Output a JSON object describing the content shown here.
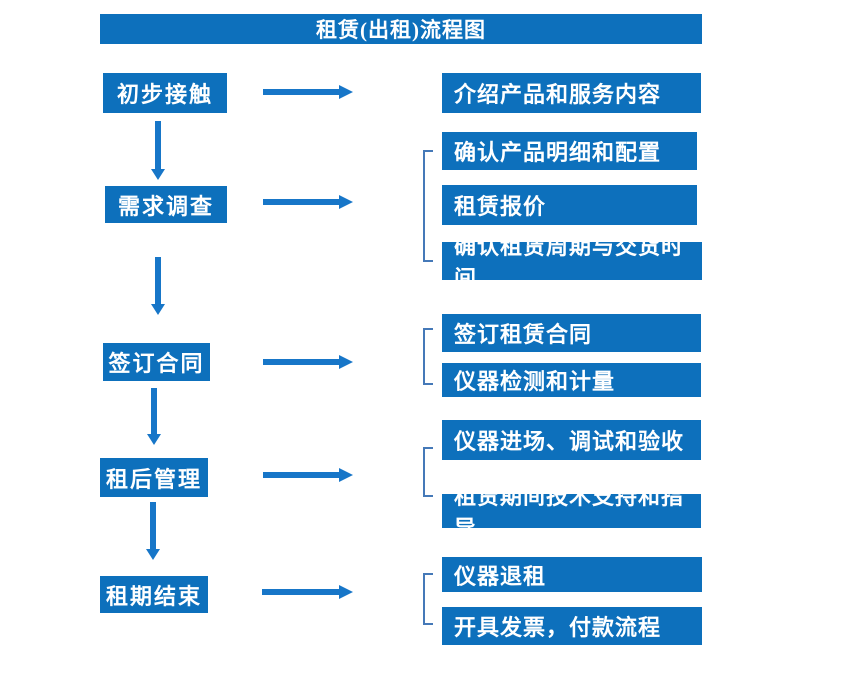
{
  "title": "租赁(出租)流程图",
  "colors": {
    "box_fill": "#0D70BC",
    "arrow": "#1776C8",
    "bracket": "#4579B8",
    "text": "#FFFFFF"
  },
  "steps": [
    {
      "label": "初步接触"
    },
    {
      "label": "需求调查"
    },
    {
      "label": "签订合同"
    },
    {
      "label": "租后管理"
    },
    {
      "label": "租期结束"
    }
  ],
  "details": [
    {
      "label": "介绍产品和服务内容"
    },
    {
      "label": "确认产品明细和配置"
    },
    {
      "label": "租赁报价"
    },
    {
      "label": "确认租赁周期与交货时间"
    },
    {
      "label": "签订租赁合同"
    },
    {
      "label": "仪器检测和计量"
    },
    {
      "label": "仪器进场、调试和验收"
    },
    {
      "label": "租赁期间技术支持和指导"
    },
    {
      "label": "仪器退租"
    },
    {
      "label": "开具发票，付款流程"
    }
  ]
}
